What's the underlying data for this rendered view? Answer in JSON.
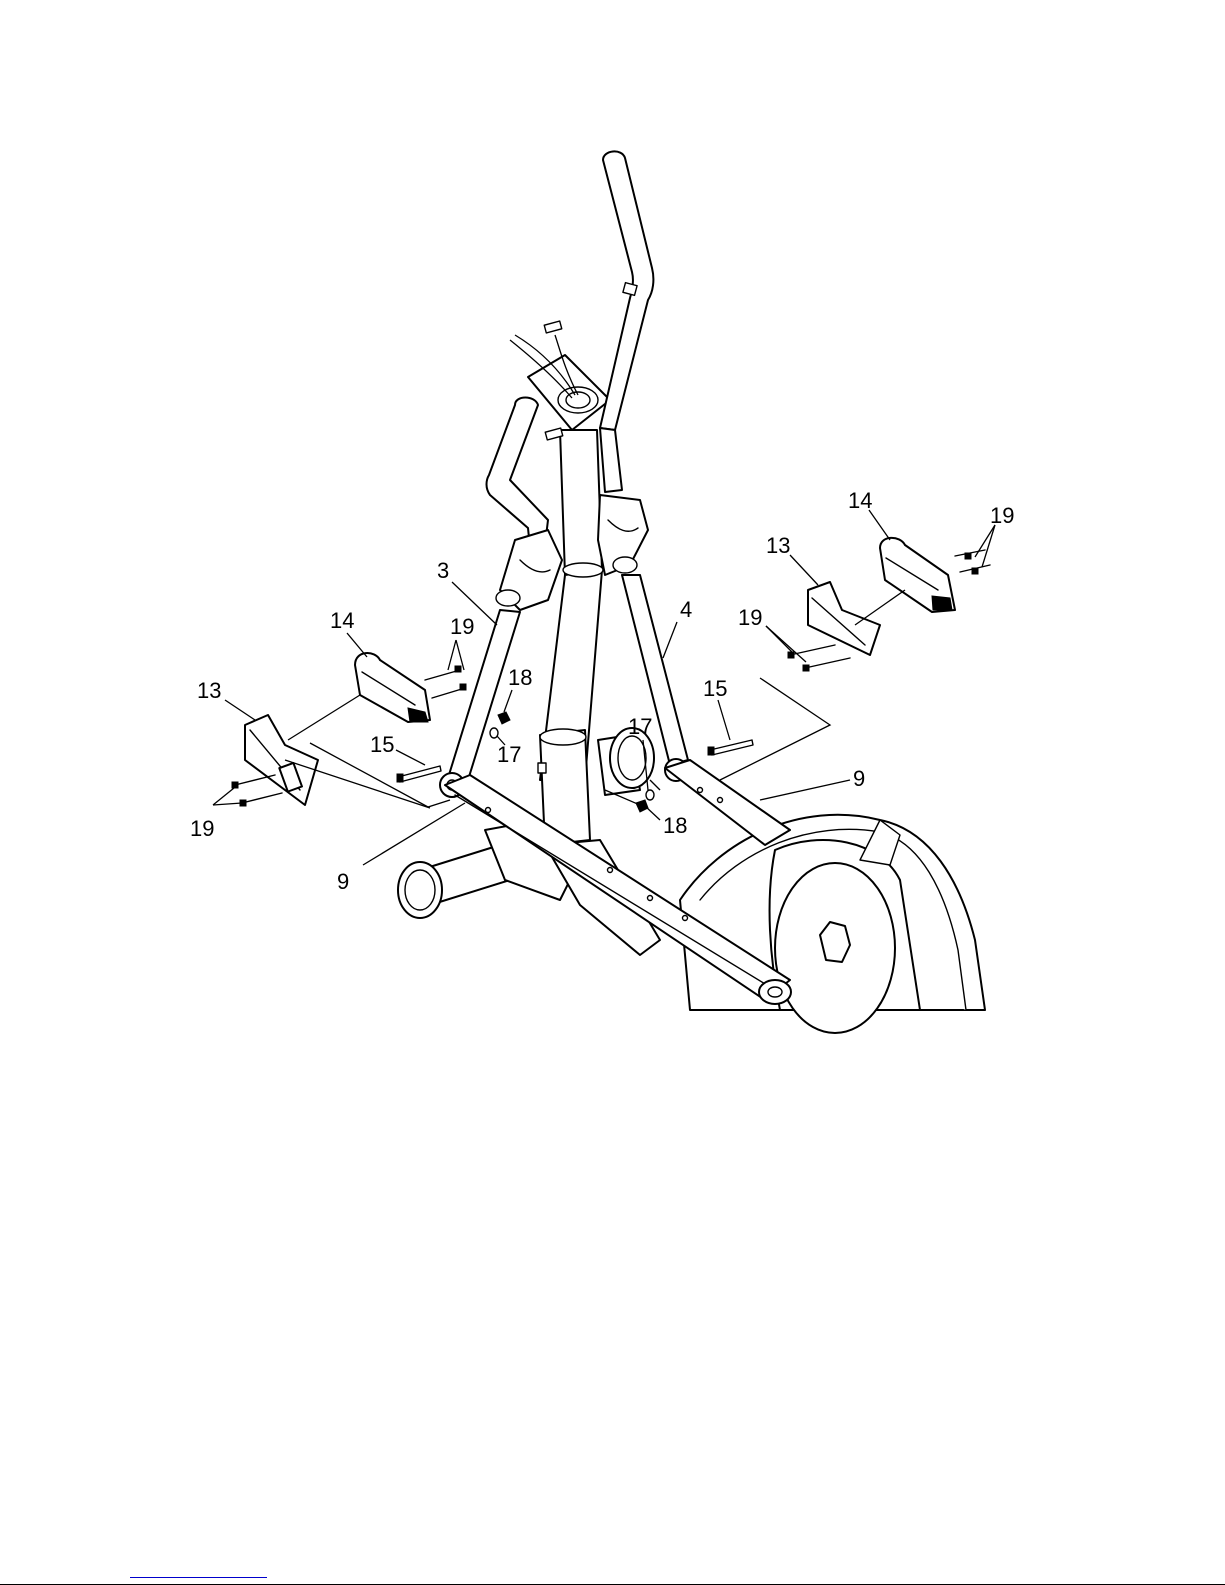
{
  "callouts": {
    "c3": "3",
    "c4": "4",
    "c9_left": "9",
    "c9_right": "9",
    "c13_left": "13",
    "c13_right": "13",
    "c14_left": "14",
    "c14_right": "14",
    "c15_left": "15",
    "c15_right": "15",
    "c17_left": "17",
    "c17_right": "17",
    "c18_left": "18",
    "c18_right": "18",
    "c19_left_upper": "19",
    "c19_left_lower": "19",
    "c19_right_upper": "19",
    "c19_right_lower": "19"
  },
  "colors": {
    "line": "#000000",
    "background": "#ffffff",
    "footer_rule": "#0000cc"
  }
}
